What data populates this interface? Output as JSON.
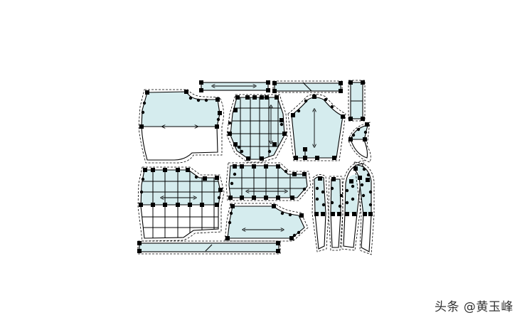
{
  "canvas": {
    "background": "#ffffff",
    "piece_fill": "#d5ecee",
    "outline_color": "#000000"
  },
  "pattern_pieces": [
    {
      "name": "front-bodice"
    },
    {
      "name": "round-panel"
    },
    {
      "name": "sleeve"
    },
    {
      "name": "back-bodice"
    },
    {
      "name": "middle-panel"
    },
    {
      "name": "lower-panel"
    },
    {
      "name": "top-strip"
    },
    {
      "name": "second-strip"
    },
    {
      "name": "vertical-strip"
    },
    {
      "name": "small-curved-piece"
    },
    {
      "name": "bottom-strip"
    },
    {
      "name": "narrow-curved-strips"
    }
  ],
  "watermark": {
    "text": "头条 @黄玉峰"
  }
}
